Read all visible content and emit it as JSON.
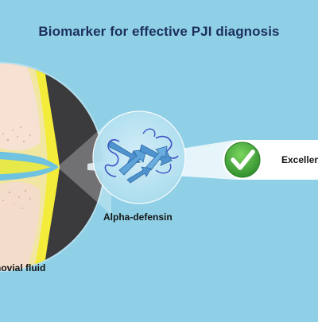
{
  "title": "Biomarker for effective PJI diagnosis",
  "labels": {
    "biomarker": "Alpha-defensin",
    "sample": "novial fluid",
    "result": "Exceller"
  },
  "icons": {
    "joint": "knee-joint-cross-section-icon",
    "protein": "alpha-defensin-protein-icon",
    "check": "check-mark-icon"
  },
  "colors": {
    "background": "#8fd0e6",
    "title": "#1c2f5c",
    "bone": "#f6e1d3",
    "cartilage": "#f4ec3a",
    "capsule": "#3b3b3e",
    "check_green": "#3ea635",
    "protein_blue": "#4f94cf"
  }
}
